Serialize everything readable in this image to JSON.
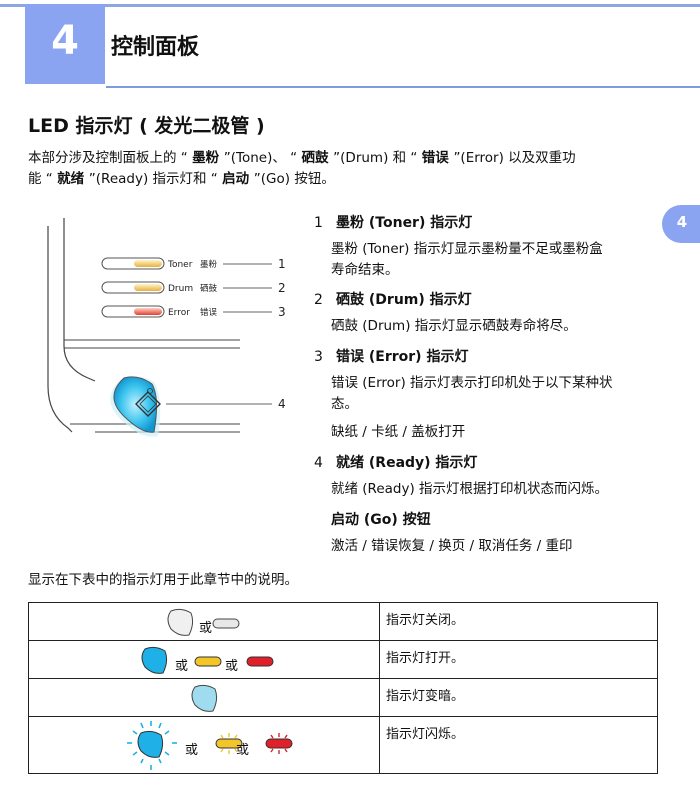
{
  "chapter": {
    "number": "4",
    "title": "控制面板",
    "side_tab": "4"
  },
  "section_title": "LED 指示灯 ( 发光二极管 )",
  "intro": {
    "p1": "本部分涉及控制面板上的 “ ",
    "b1": "墨粉 ",
    "p2": "”(Tone)、 “ ",
    "b2": "硒鼓 ",
    "p3": "”(Drum) 和 “ ",
    "b3": "错误 ",
    "p4": "”(Error) 以及双重功",
    "p5": "能 “ ",
    "b4": "就绪 ",
    "p6": "”(Ready) 指示灯和 “ ",
    "b5": "启动 ",
    "p7": "”(Go) 按钮。"
  },
  "figure": {
    "labels": [
      {
        "en": "Toner",
        "cn": "墨粉",
        "num": "1"
      },
      {
        "en": "Drum",
        "cn": "硒鼓",
        "num": "2"
      },
      {
        "en": "Error",
        "cn": "错误",
        "num": "3"
      }
    ],
    "go_num": "4"
  },
  "items": [
    {
      "num": "1",
      "heading": "墨粉 (Toner) 指示灯",
      "lines": [
        "墨粉 (Toner) 指示灯显示墨粉量不足或墨粉盒",
        "寿命结束。"
      ]
    },
    {
      "num": "2",
      "heading": "硒鼓 (Drum) 指示灯",
      "lines": [
        "硒鼓 (Drum) 指示灯显示硒鼓寿命将尽。"
      ]
    },
    {
      "num": "3",
      "heading": "错误 (Error) 指示灯",
      "lines": [
        "错误 (Error) 指示灯表示打印机处于以下某种状",
        "态。",
        "缺纸 / 卡纸 / 盖板打开"
      ]
    },
    {
      "num": "4",
      "heading": "就绪 (Ready) 指示灯",
      "lines": [
        "就绪 (Ready) 指示灯根据打印机状态而闪烁。"
      ]
    },
    {
      "heading": "启动 (Go) 按钮",
      "lines": [
        "激活 / 错误恢复 / 换页 / 取消任务 / 重印"
      ]
    }
  ],
  "caption": "显示在下表中的指示灯用于此章节中的说明。",
  "table": {
    "or_word": "或",
    "rows": [
      "指示灯关闭。",
      "指示灯打开。",
      "指示灯变暗。",
      "指示灯闪烁。"
    ]
  },
  "colors": {
    "accent": "#8aa4f2",
    "ready_blue": "#1eb0e6",
    "toner_yellow": "#f3c52a",
    "error_red": "#e0202a"
  }
}
